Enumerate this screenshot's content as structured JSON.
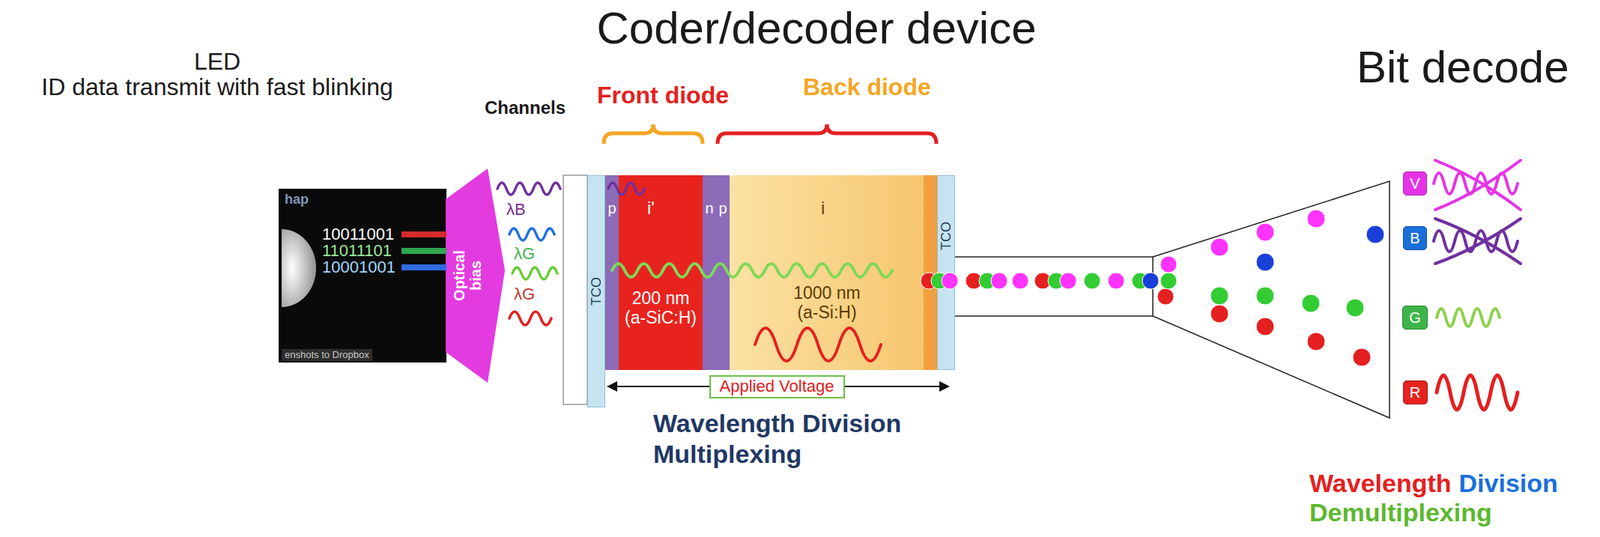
{
  "diagram": {
    "title": "Coder/decoder device",
    "nodes": [
      {
        "text": [
          "hap",
          "10011001",
          "11011101",
          "10001001",
          "enshots to Dropbox"
        ]
      },
      {
        "text": [
          "Optical bias"
        ]
      },
      {
        "text": [
          "TCO"
        ]
      },
      {
        "text": [
          "p"
        ]
      },
      {
        "text": [
          "i'",
          "200 nm (a-SiC:H)"
        ]
      },
      {
        "text": [
          "n"
        ]
      },
      {
        "text": [
          "p"
        ]
      },
      {
        "text": [
          "i",
          "1000 nm (a-Si:H)"
        ]
      },
      {
        "text": [
          "TCO"
        ]
      },
      {
        "text": [
          "Applied Voltage"
        ]
      },
      {
        "text": [
          "V"
        ]
      },
      {
        "text": [
          "B"
        ]
      },
      {
        "text": [
          "G"
        ]
      },
      {
        "text": [
          "R"
        ]
      }
    ],
    "labels": [
      "Bit decode",
      "LED",
      "ID data transmit with fast blinking",
      "Channels",
      "Front diode",
      "Back diode",
      "λB",
      "λG",
      "λG",
      "Wavelength Division Multiplexing",
      "Wavelength",
      "Division",
      "Demultiplexing"
    ]
  }
}
